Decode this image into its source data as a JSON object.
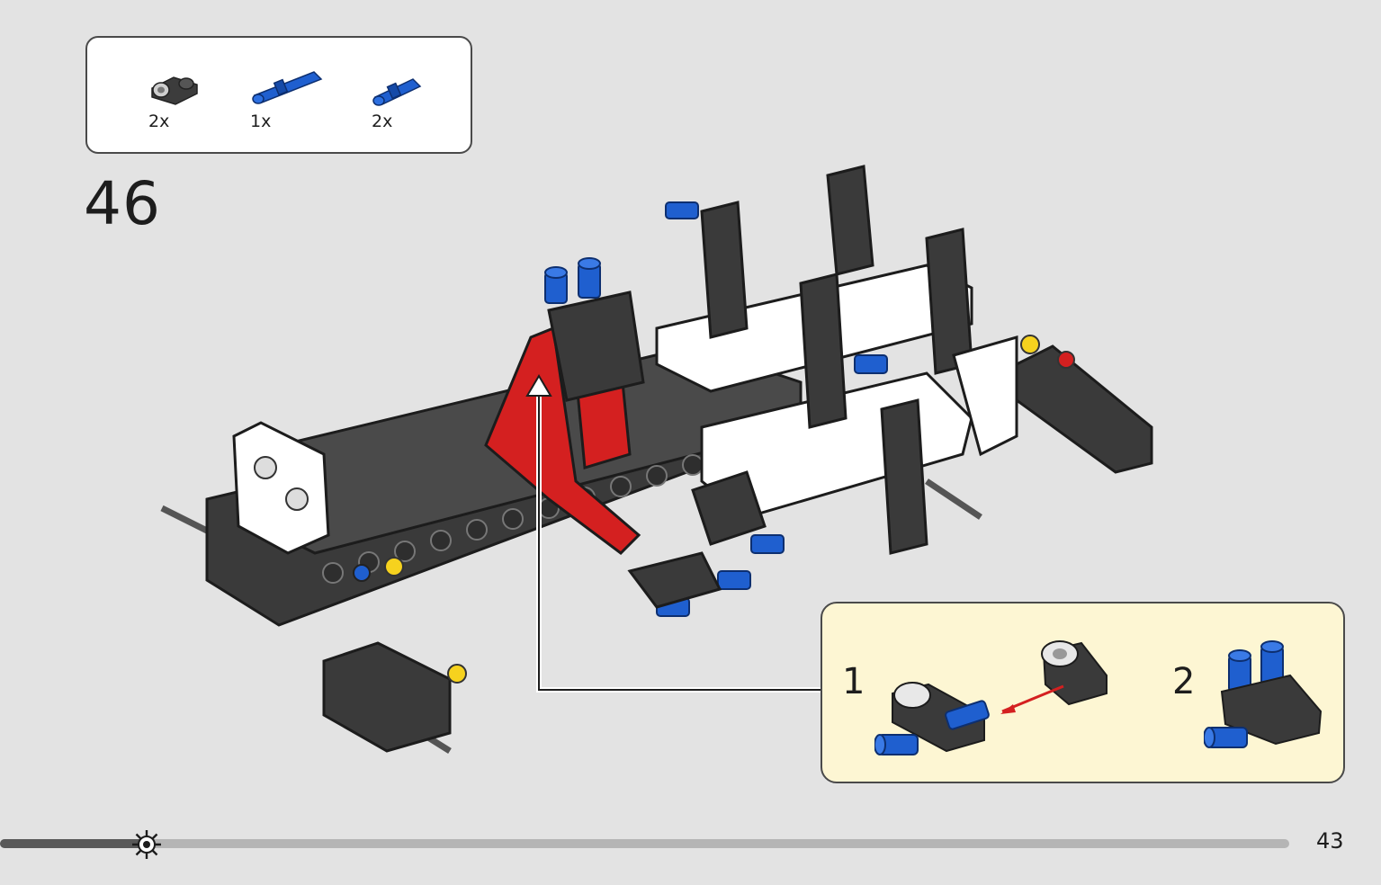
{
  "parts_list": {
    "items": [
      {
        "name": "dark gray axle and pin connector",
        "quantity": "2x"
      },
      {
        "name": "blue long pin",
        "quantity": "1x"
      },
      {
        "name": "blue pin",
        "quantity": "2x"
      }
    ]
  },
  "step": {
    "number": "46"
  },
  "sub_assembly": {
    "steps": [
      {
        "number": "1"
      },
      {
        "number": "2"
      }
    ]
  },
  "colors": {
    "background": "#e3e3e3",
    "subassembly_background": "#fdf6d3",
    "part_blue": "#1f5fcf",
    "part_dark_gray": "#3c3c3c",
    "part_red": "#d42020",
    "part_white": "#ffffff",
    "yellow_axle_hole": "#f6d21e"
  },
  "progress": {
    "fraction": 0.11
  },
  "page": {
    "number": "43"
  }
}
